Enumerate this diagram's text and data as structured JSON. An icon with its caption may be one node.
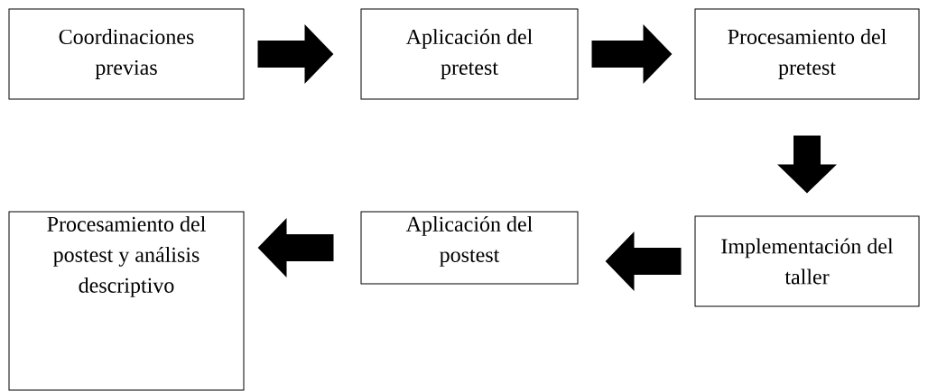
{
  "diagram": {
    "nodes": [
      {
        "text": [
          "Coordinaciones previas"
        ]
      },
      {
        "text": [
          "Aplicación del pretest"
        ]
      },
      {
        "text": [
          "Procesamiento del pretest"
        ]
      },
      {
        "text": [
          "Implementación del taller"
        ]
      },
      {
        "text": [
          "Aplicación del postest"
        ]
      },
      {
        "text": [
          "Procesamiento del postest y análisis descriptivo"
        ]
      }
    ],
    "edges": [
      {
        "from": 0,
        "to": 1,
        "arrow": "to"
      },
      {
        "from": 1,
        "to": 2,
        "arrow": "to"
      },
      {
        "from": 2,
        "to": 3,
        "arrow": "to"
      },
      {
        "from": 3,
        "to": 4,
        "arrow": "to"
      },
      {
        "from": 4,
        "to": 5,
        "arrow": "to"
      }
    ]
  }
}
